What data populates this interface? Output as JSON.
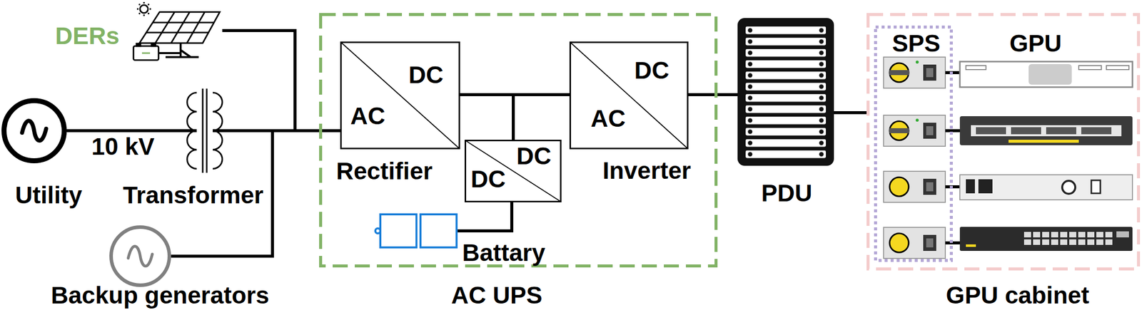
{
  "diagram": {
    "nodes": [
      {
        "text": [
          "DERs"
        ]
      },
      {
        "text": [
          "Utility"
        ]
      },
      {
        "text": [
          "Transformer"
        ]
      },
      {
        "text": [
          "Backup generators"
        ]
      },
      {
        "text": [
          "AC UPS"
        ]
      },
      {
        "text": [
          "AC",
          "DC",
          "Rectifier"
        ],
        "in": 4
      },
      {
        "text": [
          "DC",
          "DC"
        ],
        "in": 4
      },
      {
        "text": [
          "Battary"
        ],
        "in": 4
      },
      {
        "text": [
          "DC",
          "AC",
          "Inverter"
        ],
        "in": 4
      },
      {
        "text": [
          "PDU"
        ]
      },
      {
        "text": [
          "GPU cabinet"
        ]
      },
      {
        "text": [
          "SPS"
        ],
        "in": 10
      }
    ],
    "edges": [
      {
        "from": 1,
        "to": 2,
        "arrow": "none",
        "label": "10 kV"
      },
      {
        "from": 0,
        "to": 5,
        "arrow": "none"
      },
      {
        "from": 2,
        "to": 5,
        "arrow": "none"
      },
      {
        "from": 3,
        "to": 5,
        "arrow": "none"
      },
      {
        "from": 5,
        "to": 8,
        "arrow": "none"
      },
      {
        "from": 5,
        "to": 6,
        "arrow": "none"
      },
      {
        "from": 6,
        "to": 7,
        "arrow": "none"
      },
      {
        "from": 8,
        "to": 9,
        "arrow": "none"
      },
      {
        "from": 9,
        "to": 10,
        "arrow": "none"
      }
    ],
    "labels": [
      "GPU"
    ]
  }
}
